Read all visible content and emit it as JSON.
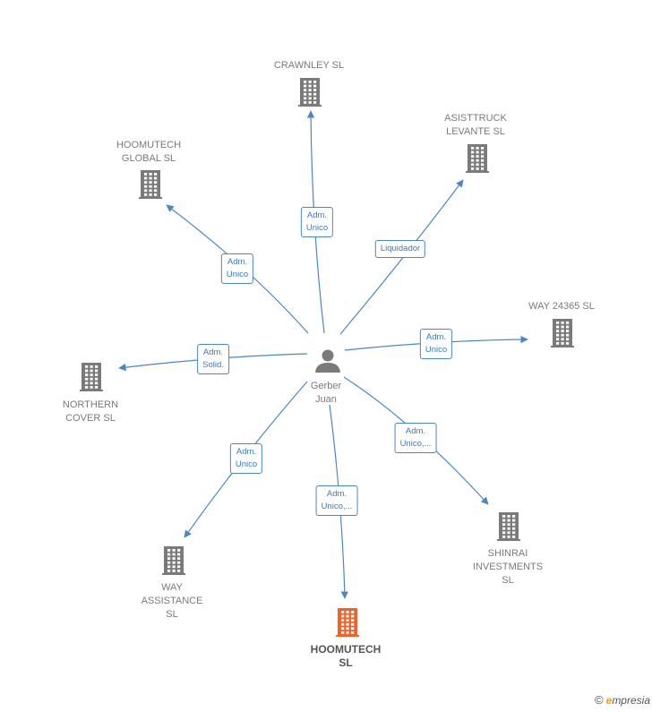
{
  "colors": {
    "edge": "#4a86c8",
    "building": "#7a7a7a",
    "focus": "#f0632a",
    "person": "#7a7a7a"
  },
  "center": {
    "name": "Gerber\nJuan",
    "icon": "person-icon"
  },
  "nodes": [
    {
      "id": "crawnley",
      "name": "CRAWNLEY SL",
      "icon": "building-icon",
      "relation": "Adm.\nUnico"
    },
    {
      "id": "asisttruck",
      "name": "ASISTTRUCK\nLEVANTE SL",
      "icon": "building-icon",
      "relation": "Liquidador"
    },
    {
      "id": "hoomutech-global",
      "name": "HOOMUTECH\nGLOBAL  SL",
      "icon": "building-icon",
      "relation": "Adm.\nUnico"
    },
    {
      "id": "way24365",
      "name": "WAY 24365 SL",
      "icon": "building-icon",
      "relation": "Adm.\nUnico"
    },
    {
      "id": "northern",
      "name": "NORTHERN\nCOVER  SL",
      "icon": "building-icon",
      "relation": "Adm.\nSolid."
    },
    {
      "id": "shinrai",
      "name": "SHINRAI\nINVESTMENTS\nSL",
      "icon": "building-icon",
      "relation": "Adm.\nUnico,..."
    },
    {
      "id": "way-assistance",
      "name": "WAY\nASSISTANCE\nSL",
      "icon": "building-icon",
      "relation": "Adm.\nUnico"
    },
    {
      "id": "hoomutech",
      "name": "HOOMUTECH\nSL",
      "icon": "building-icon",
      "relation": "Adm.\nUnico,...",
      "focus": true
    }
  ],
  "watermark": {
    "symbol": "©",
    "brand_initial": "e",
    "brand_rest": "mpresia"
  }
}
